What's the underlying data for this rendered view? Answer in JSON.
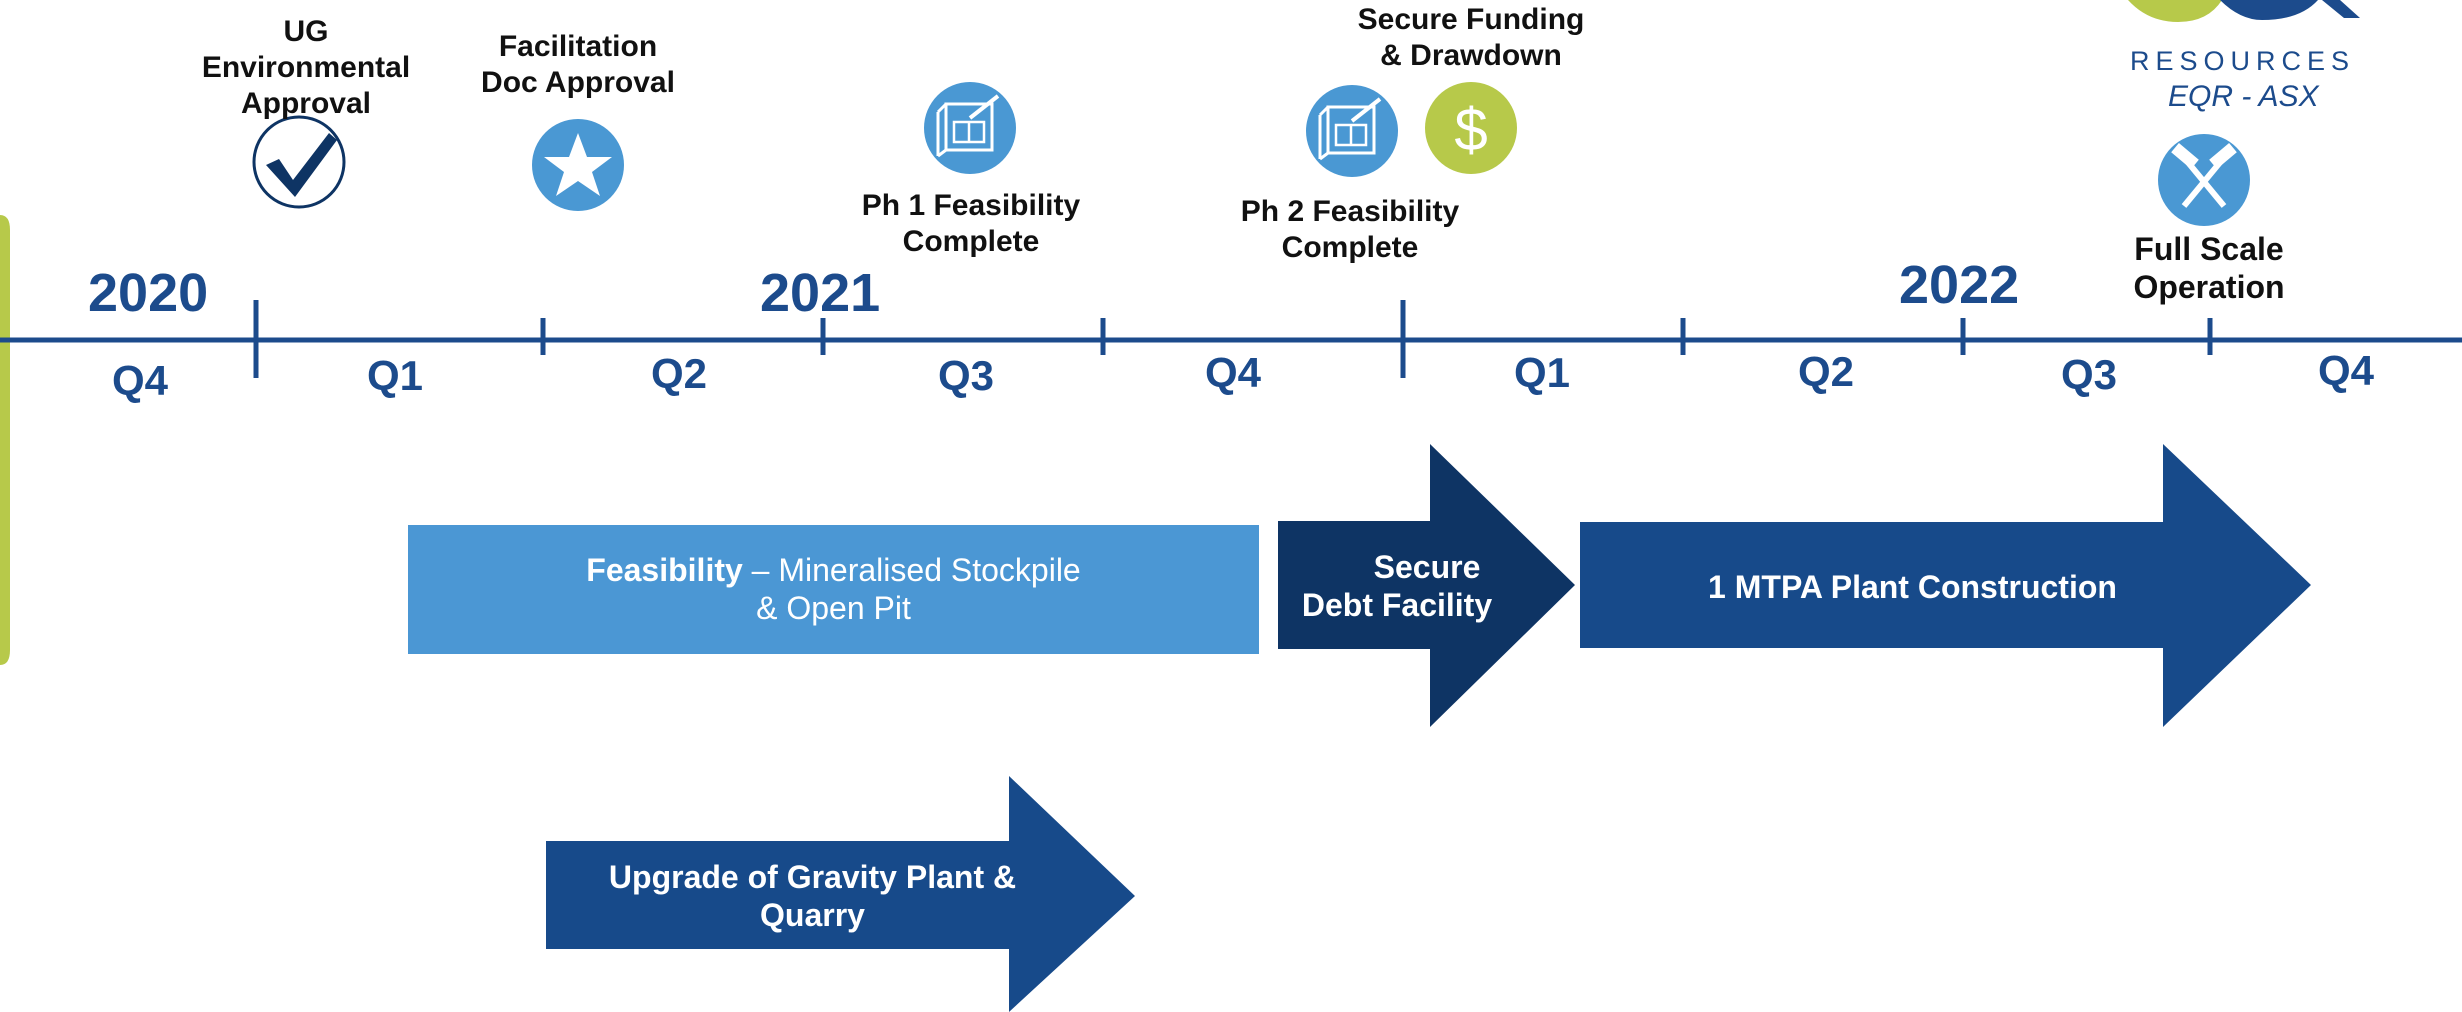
{
  "colors": {
    "navy": "#1c4b8c",
    "dark_navy": "#0e3464",
    "light_blue": "#4b97d4",
    "icon_blue": "#4a98d3",
    "lime": "#b7c94a",
    "text": "#111111"
  },
  "brand": {
    "name": "RESOURCES",
    "ticker": "EQR - ASX"
  },
  "timeline": {
    "years": [
      "2020",
      "2021",
      "2022"
    ],
    "quarters": [
      "Q4",
      "Q1",
      "Q2",
      "Q3",
      "Q4",
      "Q1",
      "Q2",
      "Q3",
      "Q4"
    ]
  },
  "milestones": {
    "ug_env": {
      "lines": [
        "UG",
        "Environmental",
        "Approval"
      ],
      "icon": "checkmark-icon"
    },
    "facilitation": {
      "lines": [
        "Facilitation",
        "Doc Approval"
      ],
      "icon": "star-icon"
    },
    "ph1": {
      "lines": [
        "Ph 1 Feasibility",
        "Complete"
      ],
      "icon": "blueprint-icon"
    },
    "ph2": {
      "lines": [
        "Ph 2 Feasibility",
        "Complete"
      ],
      "icon": "blueprint-icon"
    },
    "funding": {
      "lines": [
        "Secure Funding",
        "& Drawdown"
      ],
      "icon": "dollar-icon"
    },
    "full_scale": {
      "lines": [
        "Full Scale",
        "Operation"
      ],
      "icon": "hammers-icon"
    }
  },
  "workstreams": {
    "feasibility": {
      "bold": "Feasibility",
      "rest1": " – Mineralised Stockpile",
      "rest2": "& Open Pit"
    },
    "debt": {
      "line1": "Secure",
      "line2": "Debt Facility"
    },
    "construction": {
      "label": "1 MTPA Plant Construction"
    },
    "gravity": {
      "line1": "Upgrade of Gravity Plant &",
      "line2": "Quarry"
    }
  }
}
